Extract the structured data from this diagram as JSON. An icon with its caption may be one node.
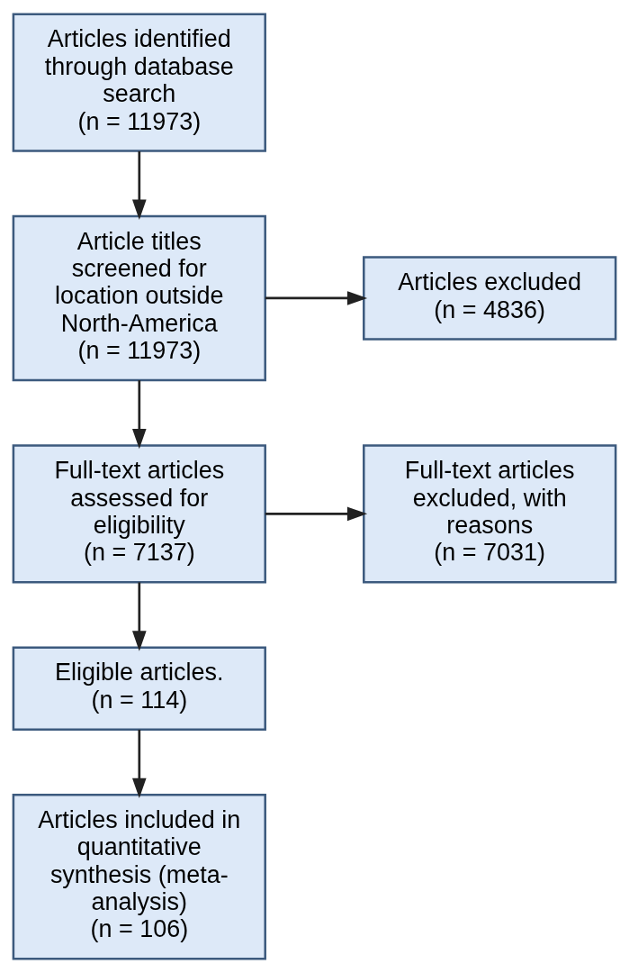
{
  "diagram": {
    "nodes": [
      {
        "text": [
          "Articles identified through database search",
          "(n = 11973)"
        ]
      },
      {
        "text": [
          "Article titles screened for location outside North-America",
          "(n = 11973)"
        ]
      },
      {
        "text": [
          "Articles excluded",
          "(n = 4836)"
        ]
      },
      {
        "text": [
          "Full-text articles assessed for eligibility",
          "(n = 7137)"
        ]
      },
      {
        "text": [
          "Full-text articles excluded, with reasons",
          "(n = 7031)"
        ]
      },
      {
        "text": [
          "Eligible articles.",
          "(n = 114)"
        ]
      },
      {
        "text": [
          "Articles included in quantitative synthesis (meta-analysis)",
          "(n = 106)"
        ]
      }
    ],
    "edges": [
      {
        "from": 0,
        "to": 1,
        "arrow": "to"
      },
      {
        "from": 1,
        "to": 2,
        "arrow": "to"
      },
      {
        "from": 1,
        "to": 3,
        "arrow": "to"
      },
      {
        "from": 3,
        "to": 4,
        "arrow": "to"
      },
      {
        "from": 3,
        "to": 5,
        "arrow": "to"
      },
      {
        "from": 5,
        "to": 6,
        "arrow": "to"
      }
    ]
  }
}
